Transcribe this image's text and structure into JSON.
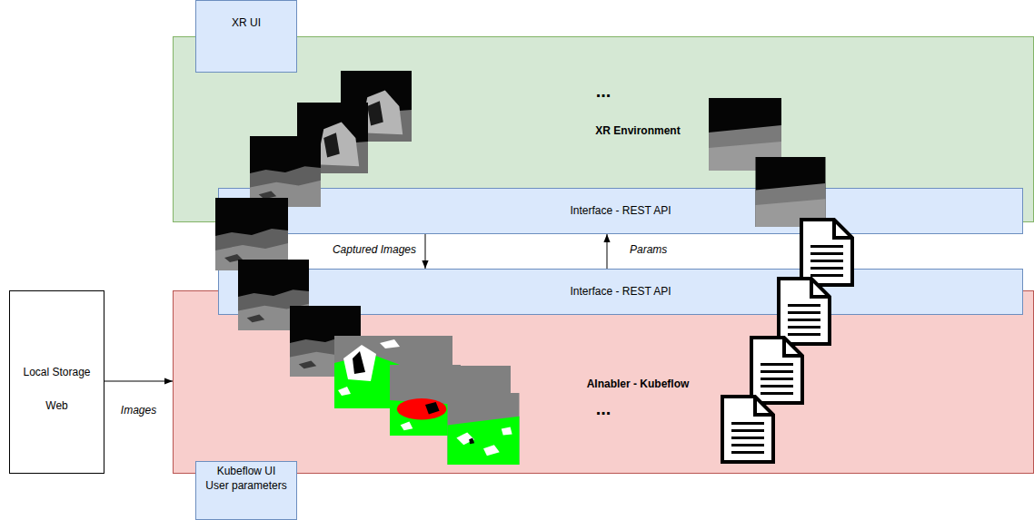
{
  "diagram": {
    "nodes": [
      {
        "text": [
          "XR UI"
        ]
      },
      {
        "text": [
          "XR Environment"
        ]
      },
      {
        "text": [
          "Interface - REST API"
        ]
      },
      {
        "text": [
          "Interface - REST API"
        ]
      },
      {
        "text": [
          "Local Storage",
          "Web"
        ]
      },
      {
        "text": [
          "AInabler - Kubeflow"
        ]
      },
      {
        "text": [
          "Kubeflow UI User parameters"
        ]
      }
    ],
    "edges": [
      {
        "from": 2,
        "to": 3,
        "label": "Captured Images",
        "arrow": "to"
      },
      {
        "from": 3,
        "to": 2,
        "label": "Params",
        "arrow": "to"
      },
      {
        "from": 4,
        "to": 5,
        "label": "Images",
        "arrow": "to"
      }
    ],
    "labels": [
      "...",
      "..."
    ]
  }
}
